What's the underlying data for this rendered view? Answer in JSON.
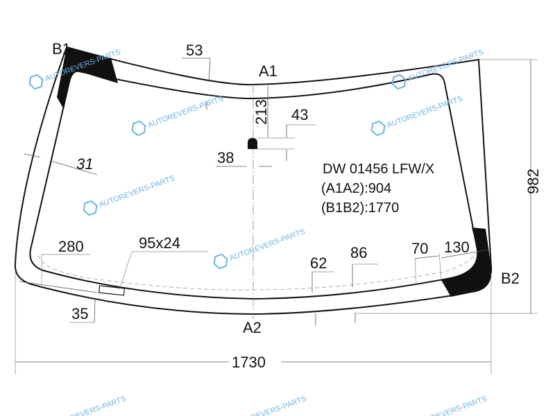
{
  "part_code": "DW 01456 LFW/X",
  "height_spec": "(A1A2):904",
  "width_spec": "(B1B2):1770",
  "points": {
    "b1": "B1",
    "b2": "B2",
    "a1": "A1",
    "a2": "A2"
  },
  "dimensions": {
    "top_band": "53",
    "sensor_from_top": "213",
    "sensor_height": "43",
    "sensor_width": "38",
    "side_band": "31",
    "overall_height": "982",
    "overall_width": "1730",
    "left_offset": "280",
    "vin_window": "95x24",
    "bottom_62": "62",
    "bottom_86": "86",
    "corner_70": "70",
    "corner_130": "130",
    "bottom_35": "35"
  },
  "watermark": "AUTOREVERS-PARTS",
  "colors": {
    "watermark": "#6fb3e0",
    "line": "#111111"
  }
}
